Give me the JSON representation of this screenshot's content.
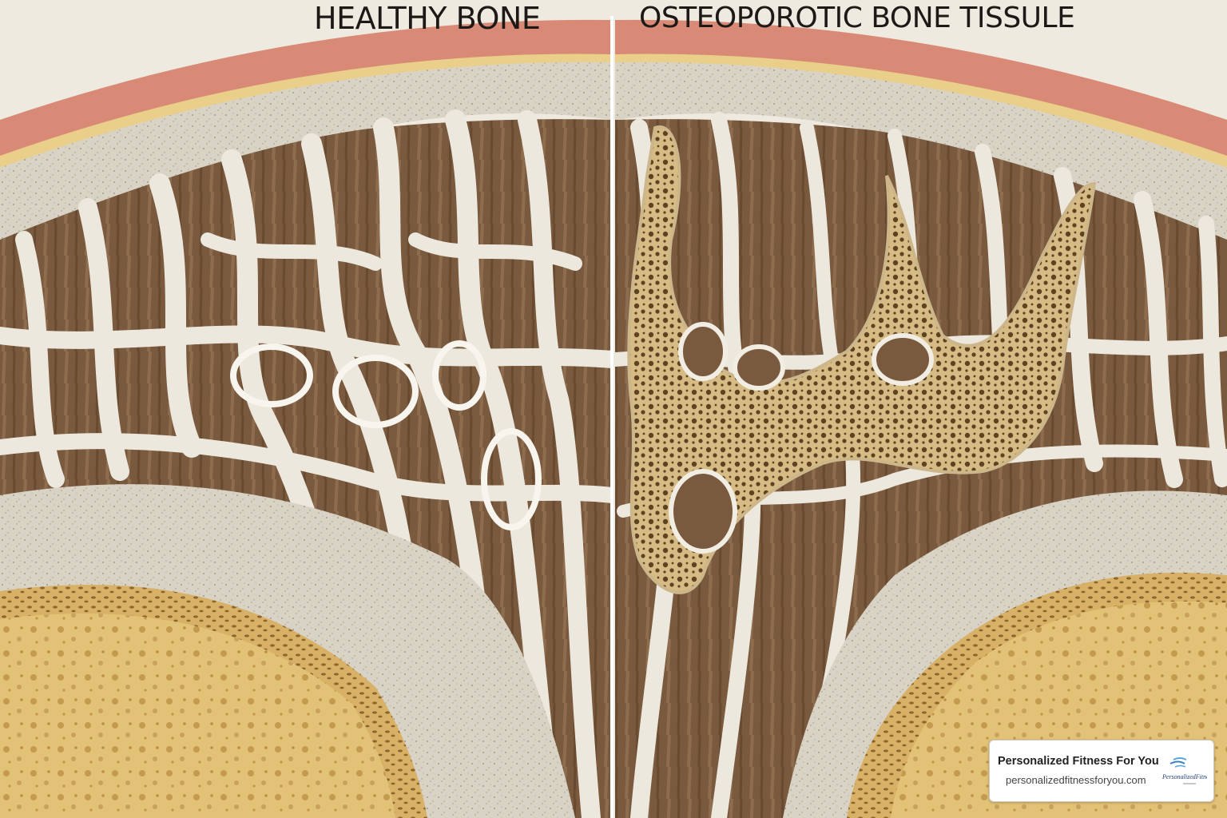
{
  "titles": {
    "left": "HEALTHY BONE",
    "right": "OSTEOPOROTIC BONE TISSULE"
  },
  "watermark": {
    "name": "Personalized Fitness For You",
    "url": "personalizedfitnessforyou.com",
    "logo_text": "PersonalizedFitness"
  },
  "colors": {
    "skin": "#d98a76",
    "fat_layer": "#e7c98a",
    "cortical_bone": "#d8d2c5",
    "trabecular_bone": "#ece7dc",
    "marrow_space": "#7a5a3e",
    "porous_bone": "#c9a86a",
    "marrow_core": "#e2c277",
    "divider": "#ffffff"
  }
}
